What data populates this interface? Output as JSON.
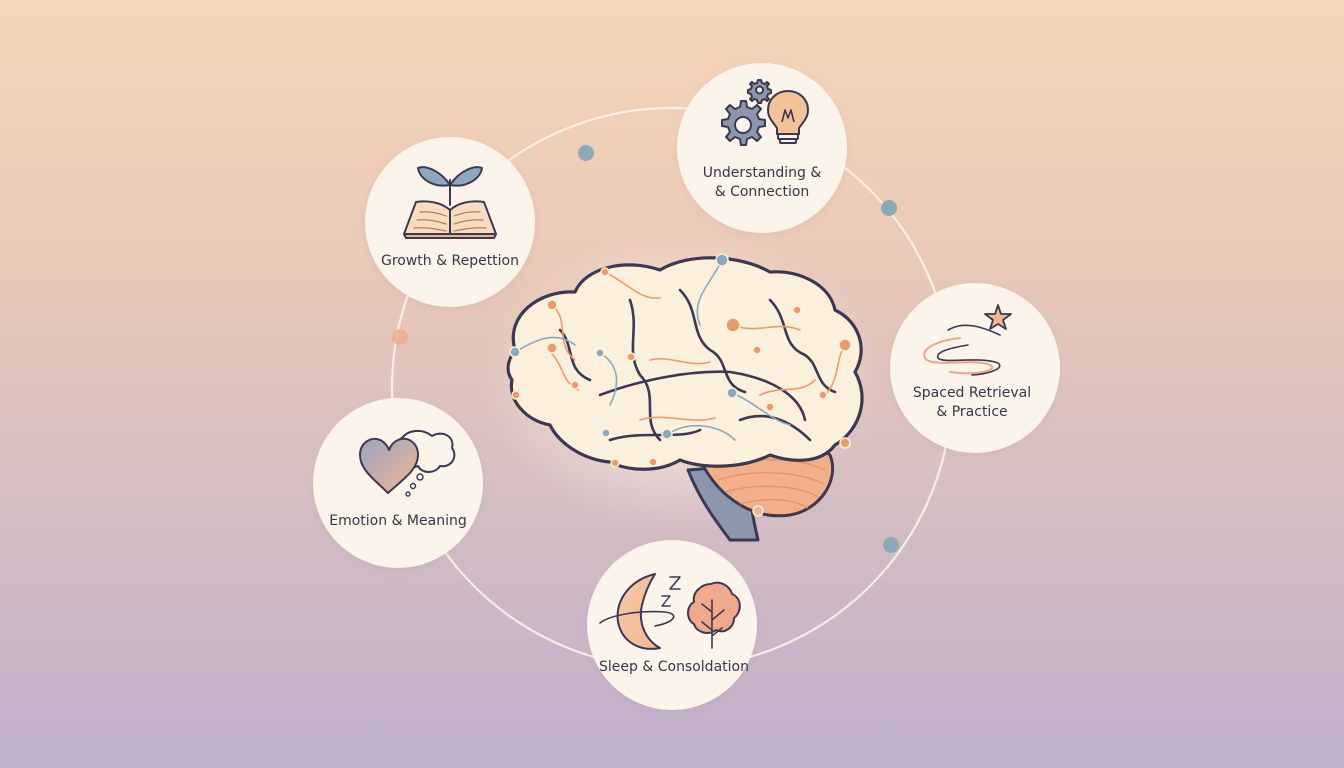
{
  "diagram": {
    "center": {
      "name": "brain"
    },
    "nodes": [
      {
        "id": "growth",
        "label": "Growth & Repettion",
        "icon": "book-sprout-icon"
      },
      {
        "id": "understanding",
        "label": "Understanding &\n& Connection",
        "icon": "gear-lightbulb-icon"
      },
      {
        "id": "spaced",
        "label": "Spaced Retrieval\n& Practice",
        "icon": "path-star-icon"
      },
      {
        "id": "sleep",
        "label": "Sleep & Consoldation",
        "icon": "moon-tree-icon"
      },
      {
        "id": "emotion",
        "label": "Emotion & Meaning",
        "icon": "heart-thought-icon"
      }
    ],
    "colors": {
      "ring": "#fbf3ea",
      "node_fill": "#fbf4ea",
      "outline": "#3d3852",
      "accent_orange": "#ec9a6c",
      "accent_blue": "#8aa9bd",
      "dot_blue": "#8ea8b8",
      "dot_peach": "#f1a987",
      "brain_fill": "#fbf0dc",
      "cerebellum": "#f2b08a",
      "stem": "#8c97ad"
    }
  }
}
